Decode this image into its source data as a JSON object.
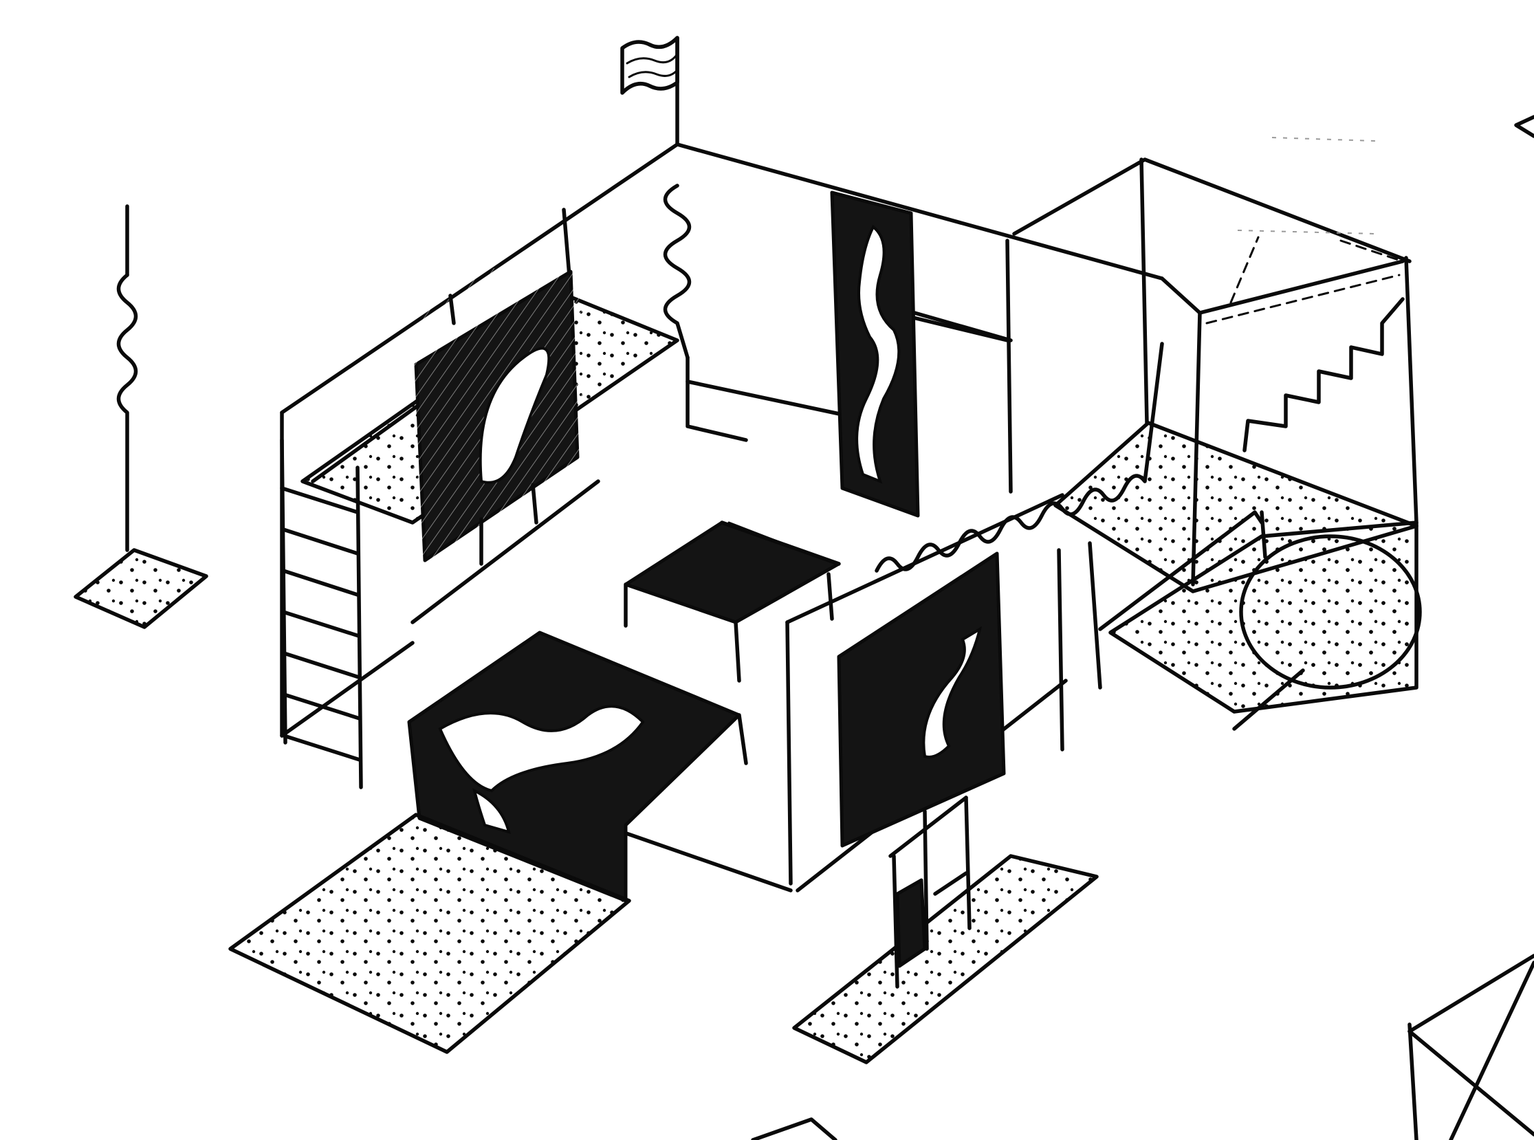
{
  "sketch": {
    "style": "hand-drawn isometric ink sketch",
    "ink_color": "#0a0a0a",
    "paper_color": "#ffffff",
    "elements": [
      "exhibition-booth",
      "flagpole",
      "standalone-pole",
      "ladder",
      "display-table",
      "stair-platform",
      "round-platform",
      "floor-mats",
      "graphic-panels"
    ]
  }
}
